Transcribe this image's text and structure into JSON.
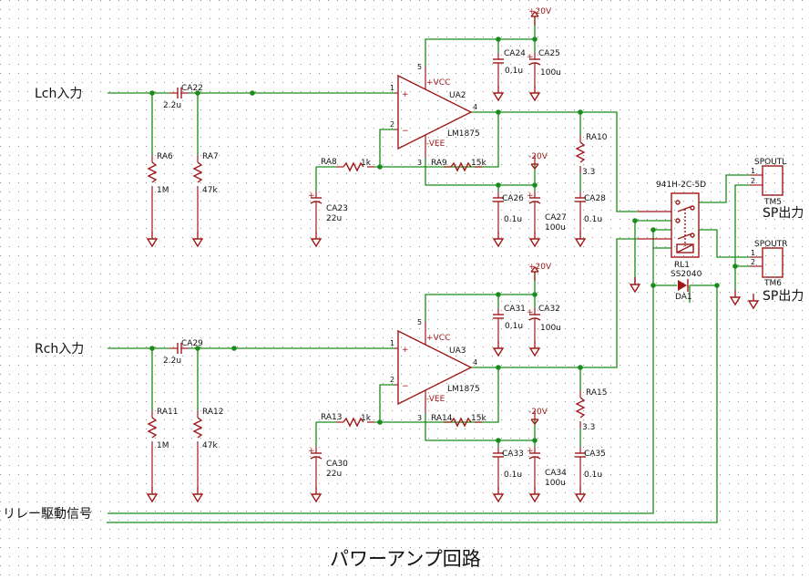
{
  "title": "パワーアンプ回路",
  "signals": {
    "lch_in": "Lch入力",
    "rch_in": "Rch入力",
    "relay_drive": "リレー駆動信号",
    "sp_out_l": "SP出力",
    "sp_out_r": "SP出力"
  },
  "power": {
    "vpos": "+20V",
    "vneg": "-20V",
    "vcc": "+VCC",
    "vee": "-VEE"
  },
  "left": {
    "in_cap": {
      "ref": "CA22",
      "value": "2.2u"
    },
    "r_in1": {
      "ref": "RA6",
      "value": "1M"
    },
    "r_in2": {
      "ref": "RA7",
      "value": "47k"
    },
    "opamp": {
      "ref": "UA2",
      "part": "LM1875"
    },
    "r_fb_g": {
      "ref": "RA8",
      "value": "1k"
    },
    "r_fb": {
      "ref": "RA9",
      "value": "15k"
    },
    "c_fb": {
      "ref": "CA23",
      "value": "22u"
    },
    "c_vp1": {
      "ref": "CA24",
      "value": "0.1u"
    },
    "c_vp2": {
      "ref": "CA25",
      "value": "100u"
    },
    "c_vn1": {
      "ref": "CA26",
      "value": "0.1u"
    },
    "c_vn2": {
      "ref": "CA27",
      "value": "100u"
    },
    "r_zob": {
      "ref": "RA10",
      "value": "3.3"
    },
    "c_zob": {
      "ref": "CA28",
      "value": "0.1u"
    }
  },
  "right": {
    "in_cap": {
      "ref": "CA29",
      "value": "2.2u"
    },
    "r_in1": {
      "ref": "RA11",
      "value": "1M"
    },
    "r_in2": {
      "ref": "RA12",
      "value": "47k"
    },
    "opamp": {
      "ref": "UA3",
      "part": "LM1875"
    },
    "r_fb_g": {
      "ref": "RA13",
      "value": "1k"
    },
    "r_fb": {
      "ref": "RA14",
      "value": "15k"
    },
    "c_fb": {
      "ref": "CA30",
      "value": "22u"
    },
    "c_vp1": {
      "ref": "CA31",
      "value": "0.1u"
    },
    "c_vp2": {
      "ref": "CA32",
      "value": "100u"
    },
    "c_vn1": {
      "ref": "CA33",
      "value": "0.1u"
    },
    "c_vn2": {
      "ref": "CA34",
      "value": "100u"
    },
    "r_zob": {
      "ref": "RA15",
      "value": "3.3"
    },
    "c_zob": {
      "ref": "CA35",
      "value": "0.1u"
    }
  },
  "relay": {
    "ref": "RL1",
    "part": "941H-2C-5D"
  },
  "diode": {
    "ref": "DA1",
    "part": "SS2040"
  },
  "conn_l": {
    "net": "SPOUTL",
    "ref": "TM5",
    "pin1": "1",
    "pin2": "2"
  },
  "conn_r": {
    "net": "SPOUTR",
    "ref": "TM6",
    "pin1": "1",
    "pin2": "2"
  },
  "opamp_pins": {
    "p1": "1",
    "p2": "2",
    "p3": "3",
    "p4": "4",
    "p5": "5",
    "plus": "+",
    "minus": "−"
  }
}
